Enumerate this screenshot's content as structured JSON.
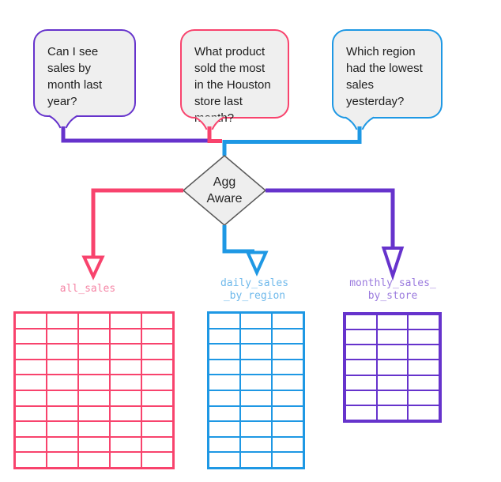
{
  "colors": {
    "purple": "#6633cc",
    "pink": "#f8436d",
    "blue": "#1e98e4",
    "label_pink": "#f585a5",
    "label_blue": "#6fb9eb",
    "label_purple": "#9b7bde",
    "bubble_fill": "#efefef",
    "diamond_stroke": "#595959",
    "text": "#1e1e1e"
  },
  "questions": [
    {
      "text": "Can I see sales by month last year?",
      "accent": "#6633cc"
    },
    {
      "text": "What product sold the most in the Houston store last month?",
      "accent": "#f8436d"
    },
    {
      "text": "Which region had the lowest sales yesterday?",
      "accent": "#1e98e4"
    }
  ],
  "decision": {
    "label": "Agg\nAware"
  },
  "tables": [
    {
      "label": "all_sales",
      "columns": 5,
      "rows": 10,
      "color": "#f8436d",
      "label_color": "#f585a5"
    },
    {
      "label": "daily_sales\n_by_region",
      "columns": 3,
      "rows": 10,
      "color": "#1e98e4",
      "label_color": "#6fb9eb"
    },
    {
      "label": "monthly_sales_\nby_store",
      "columns": 3,
      "rows": 7,
      "color": "#6633cc",
      "label_color": "#9b7bde"
    }
  ]
}
